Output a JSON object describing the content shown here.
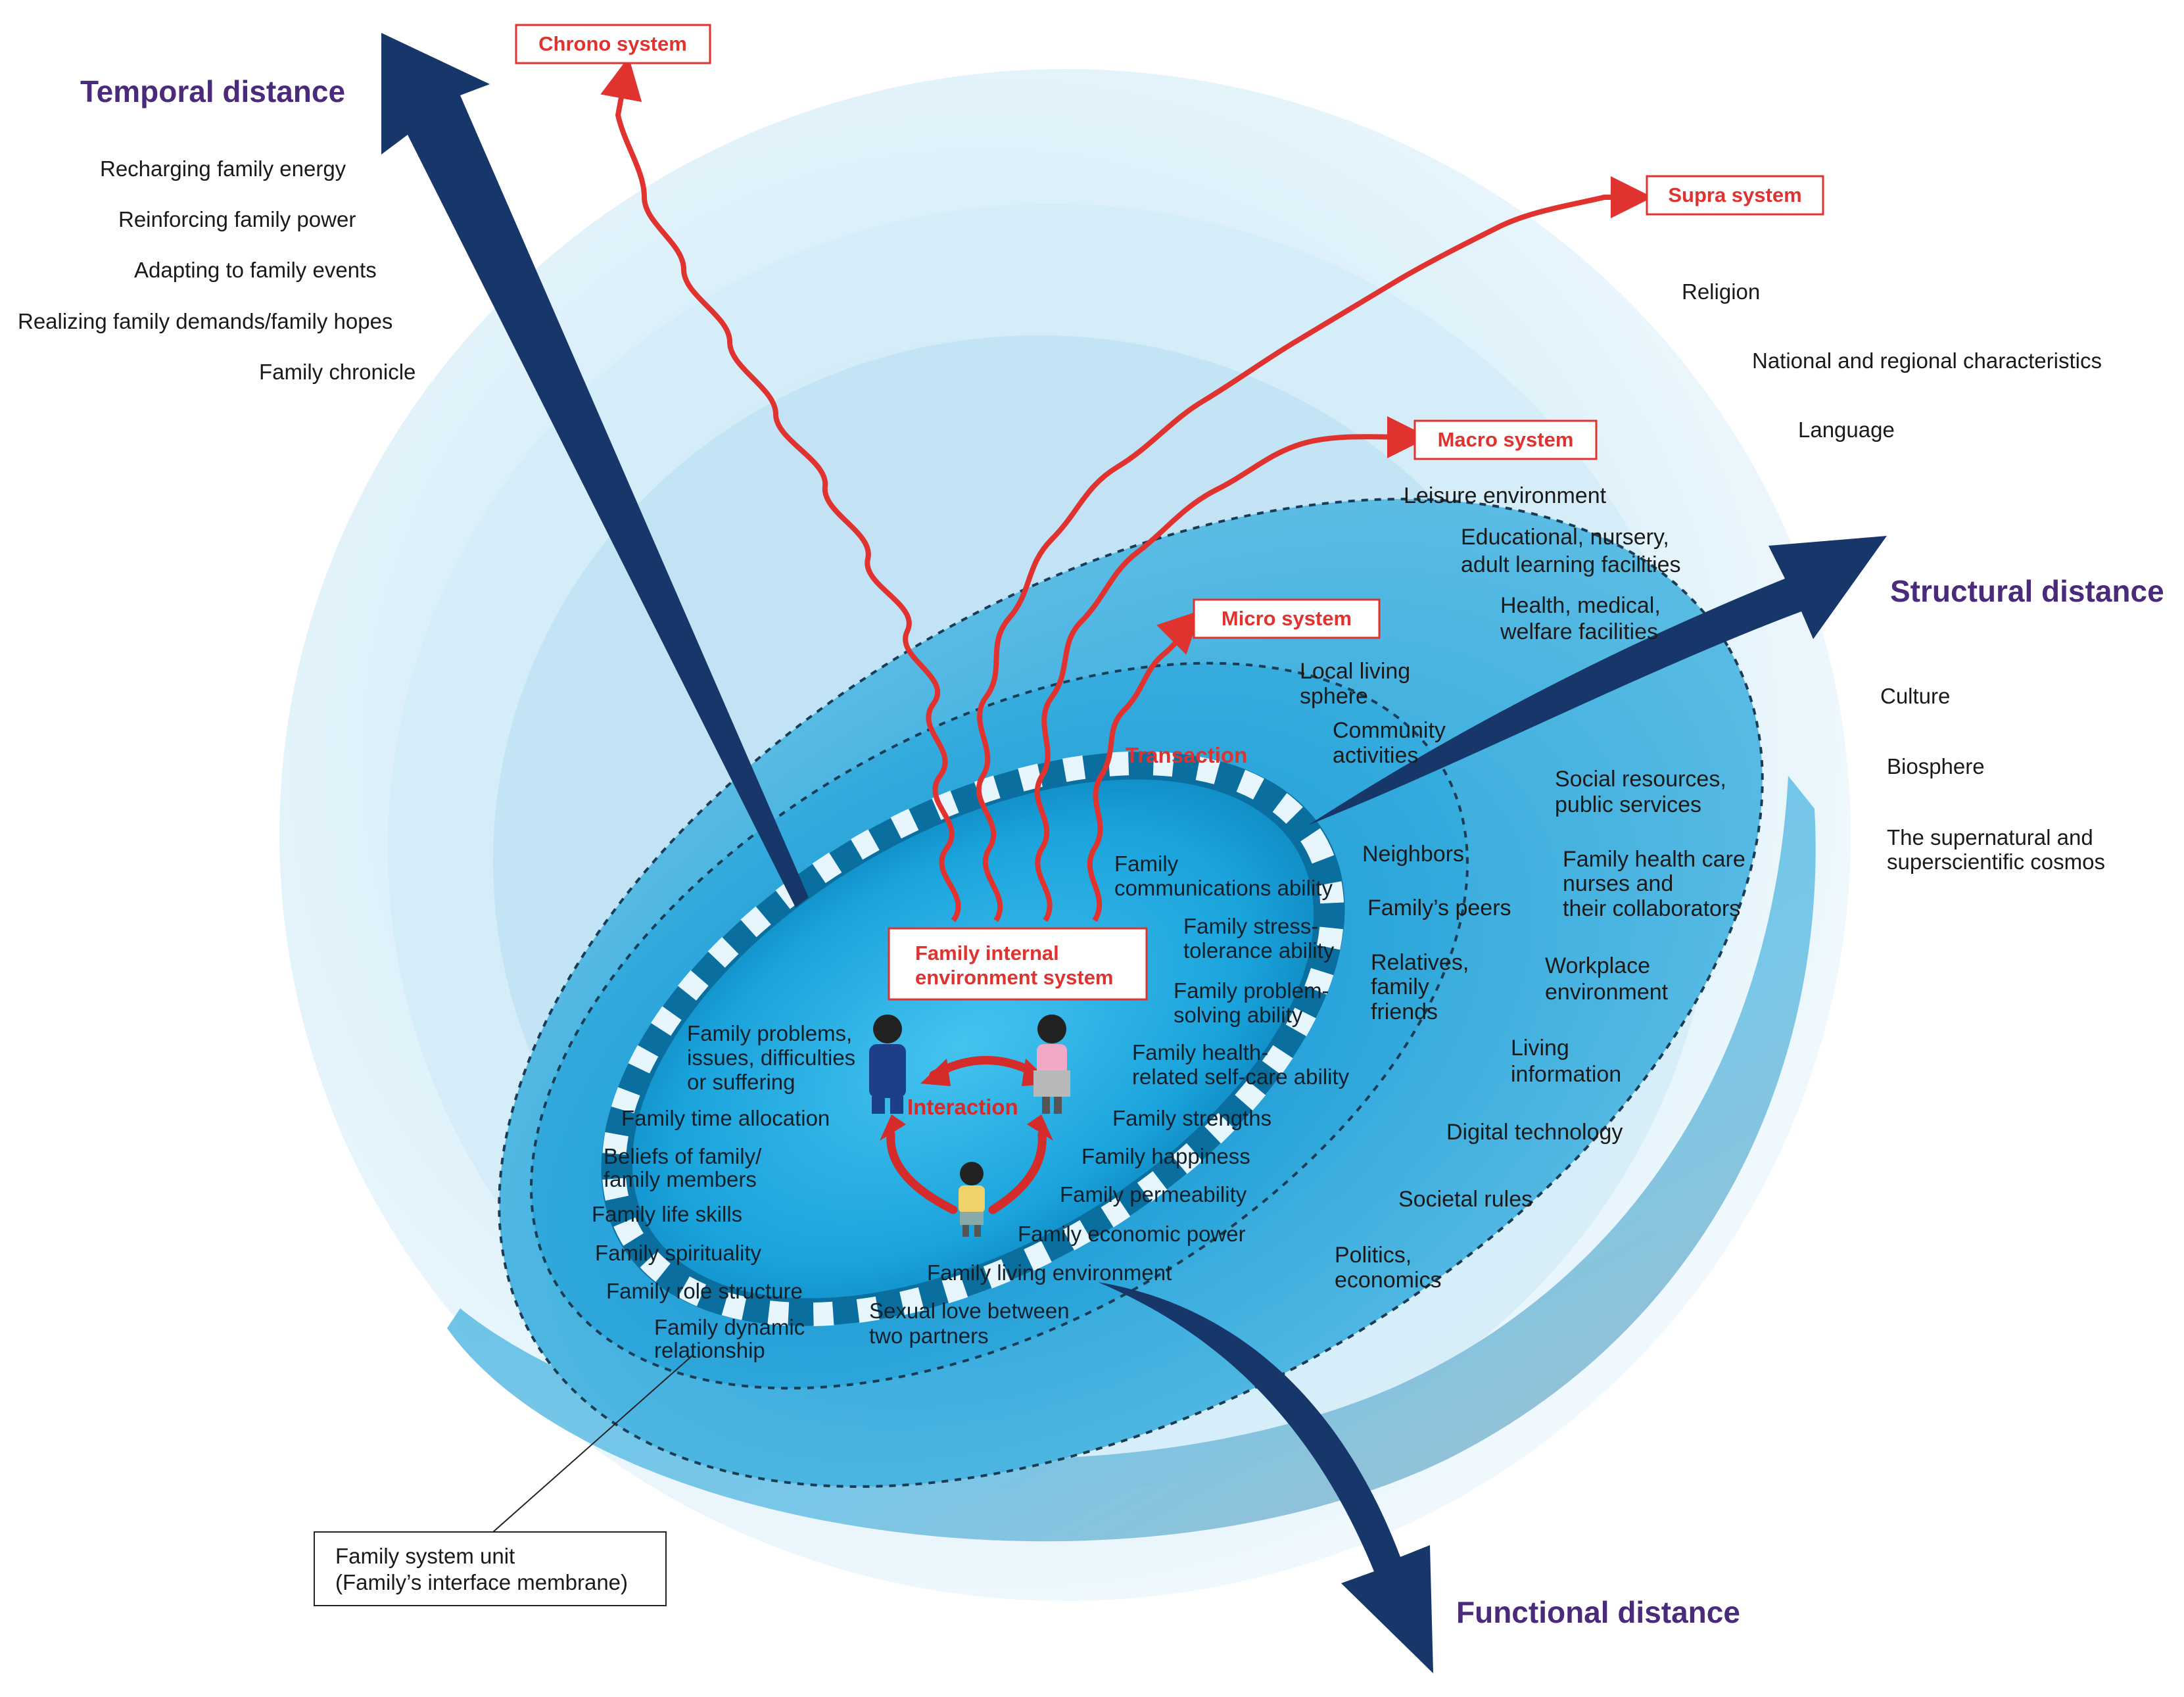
{
  "colors": {
    "axis_title": "#4a2a7a",
    "system_red": "#e0322e",
    "arrow_navy": "#17376a",
    "outer_sphere": "#d9eef9",
    "inner_sphere": "#2aa5d8",
    "core": "#0b8bc9"
  },
  "axes": {
    "temporal": "Temporal distance",
    "structural": "Structural distance",
    "functional": "Functional distance"
  },
  "systems": {
    "chrono": "Chrono system",
    "supra": "Supra system",
    "macro": "Macro system",
    "micro": "Micro system",
    "internal_line1": "Family internal",
    "internal_line2": "environment system",
    "transaction": "Transaction",
    "interaction": "Interaction"
  },
  "temporal_items": [
    "Recharging family energy",
    "Reinforcing family power",
    "Adapting to family events",
    "Realizing family demands/family hopes",
    "Family chronicle"
  ],
  "supra_items": [
    "Religion",
    "National and regional characteristics",
    "Language",
    "Culture",
    "Biosphere",
    "The supernatural and",
    "superscientific cosmos"
  ],
  "macro_items": [
    "Leisure environment",
    "Educational, nursery,",
    "adult learning facilities",
    "Health, medical,",
    "welfare facilities",
    "Social resources,",
    "public services",
    "Family health care",
    "nurses and",
    "their collaborators",
    "Workplace",
    "environment",
    "Living",
    "information",
    "Digital technology",
    "Societal rules",
    "Politics,",
    "economics"
  ],
  "micro_items": [
    "Local living",
    "sphere",
    "Community",
    "activities",
    "Neighbors",
    "Family’s peers",
    "Relatives,",
    "family",
    "friends"
  ],
  "internal_items": [
    "Family",
    "communications ability",
    "Family stress-",
    "tolerance ability",
    "Family problem-",
    "solving ability",
    "Family health-",
    "related self-care ability",
    "Family strengths",
    "Family happiness",
    "Family permeability",
    "Family economic power",
    "Family living environment",
    "Sexual love between",
    "two partners",
    "Family dynamic",
    "relationship",
    "Family role structure",
    "Family spirituality",
    "Family life skills",
    "Beliefs of family/",
    "family members",
    "Family time allocation",
    "Family problems,",
    "issues, difficulties",
    "or suffering"
  ],
  "callout": {
    "line1": "Family system unit",
    "line2": "(Family’s interface membrane)"
  }
}
